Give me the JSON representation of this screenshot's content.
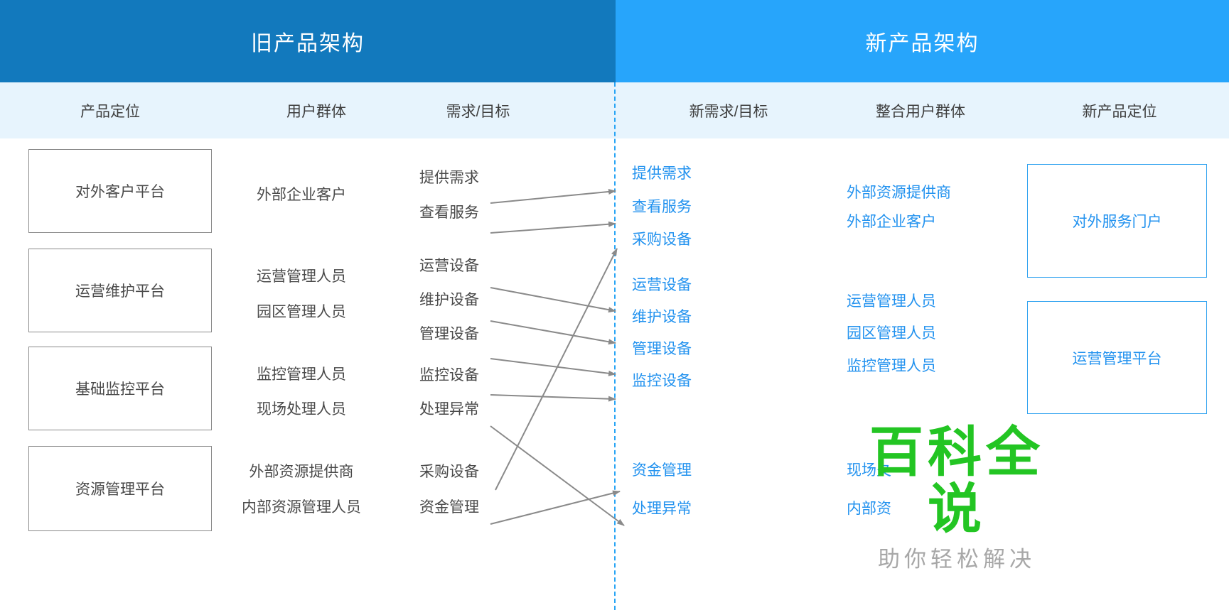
{
  "banners": {
    "old": "旧产品架构",
    "new": "新产品架构"
  },
  "column_headers": {
    "old_positioning": "产品定位",
    "old_users": "用户群体",
    "old_needs": "需求/目标",
    "new_needs": "新需求/目标",
    "merged_users": "整合用户群体",
    "new_positioning": "新产品定位"
  },
  "old_platforms": [
    {
      "label": "对外客户平台"
    },
    {
      "label": "运营维护平台"
    },
    {
      "label": "基础监控平台"
    },
    {
      "label": "资源管理平台"
    }
  ],
  "old_user_groups": [
    {
      "label": "外部企业客户"
    },
    {
      "label": "运营管理人员"
    },
    {
      "label": "园区管理人员"
    },
    {
      "label": "监控管理人员"
    },
    {
      "label": "现场处理人员"
    },
    {
      "label": "外部资源提供商"
    },
    {
      "label": "内部资源管理人员"
    }
  ],
  "old_needs": [
    {
      "label": "提供需求"
    },
    {
      "label": "查看服务"
    },
    {
      "label": "运营设备"
    },
    {
      "label": "维护设备"
    },
    {
      "label": "管理设备"
    },
    {
      "label": "监控设备"
    },
    {
      "label": "处理异常"
    },
    {
      "label": "采购设备"
    },
    {
      "label": "资金管理"
    }
  ],
  "new_needs": [
    {
      "label": "提供需求"
    },
    {
      "label": "查看服务"
    },
    {
      "label": "采购设备"
    },
    {
      "label": "运营设备"
    },
    {
      "label": "维护设备"
    },
    {
      "label": "管理设备"
    },
    {
      "label": "监控设备"
    },
    {
      "label": "资金管理"
    },
    {
      "label": "处理异常"
    }
  ],
  "merged_user_groups": [
    {
      "label": "外部资源提供商"
    },
    {
      "label": "外部企业客户"
    },
    {
      "label": "运营管理人员"
    },
    {
      "label": "园区管理人员"
    },
    {
      "label": "监控管理人员"
    },
    {
      "label": "现场夂"
    },
    {
      "label": "内部资"
    }
  ],
  "new_platforms": [
    {
      "label": "对外服务门户"
    },
    {
      "label": "运营管理平台"
    }
  ],
  "watermark": {
    "main": "百科全说",
    "sub": "助你轻松解决"
  },
  "colors": {
    "banner_old": "#1279bd",
    "banner_new": "#27a5fb",
    "header_strip": "#e7f4fd",
    "accent_blue": "#2292ef",
    "divider": "#29a5f5",
    "gray_text": "#4a4a4a",
    "gray_border": "#898989",
    "arrow": "#8a8a8a",
    "watermark_green": "#23c523"
  }
}
